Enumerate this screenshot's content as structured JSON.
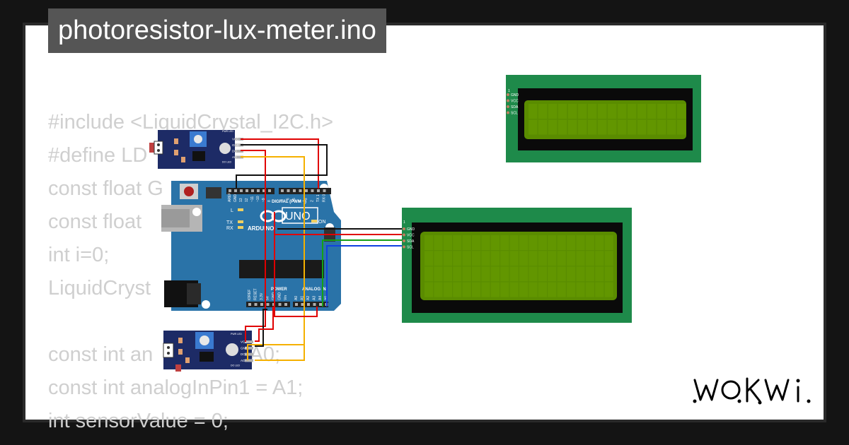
{
  "title": "photoresistor-lux-meter.ino",
  "code_lines": [
    "#include <LiquidCrystal_I2C.h>",
    "#define LD",
    "const float G",
    "const float",
    "int i=0;",
    "LiquidCryst                    20, 4);",
    "",
    "const int an     g    n = A0;",
    "const int analogInPin1 = A1;",
    "int sensorValue = 0;"
  ],
  "brand": "WOKWI",
  "arduino": {
    "model": "UNO",
    "brand": "ARDUINO",
    "header_digital": "DIGITAL (PWM ~)",
    "header_power": "POWER",
    "header_analog": "ANALOG IN",
    "led_l": "L",
    "led_tx": "TX",
    "led_rx": "RX",
    "led_on": "ON",
    "digital_pins": [
      "AREF",
      "GND",
      "13",
      "12",
      "~11",
      "~10",
      "~9",
      "8",
      "7",
      "~6",
      "~5",
      "4",
      "~3",
      "2",
      "TX 1",
      "RX 0"
    ],
    "power_pins": [
      "IOREF",
      "RESET",
      "3.3V",
      "5V",
      "GND",
      "GND",
      "Vin"
    ],
    "analog_pins": [
      "A0",
      "A1",
      "A2",
      "A3",
      "A4",
      "A5"
    ]
  },
  "sensor_module": {
    "pin_labels": [
      "VCC",
      "GND",
      "DO",
      "AO"
    ],
    "led_labels": [
      "PWR LED",
      "DO LED"
    ]
  },
  "lcd_small": {
    "pin_labels": [
      "GND",
      "VCC",
      "SDA",
      "SCL"
    ],
    "pin1_marker": "1"
  },
  "lcd_large": {
    "pin_labels": [
      "GND",
      "VCC",
      "SDA",
      "SCL"
    ],
    "pin1_marker": "1"
  },
  "colors": {
    "background": "#141414",
    "canvas": "#ffffff",
    "title_bar": "#555555",
    "board_blue": "#2a73a8",
    "pcb_green": "#1e8a4a",
    "lcd_screen": "#5a8c00",
    "wire_red": "#e00000",
    "wire_black": "#111111",
    "wire_yellow": "#f5b000",
    "wire_green": "#15a015",
    "wire_blue": "#1040e0"
  }
}
